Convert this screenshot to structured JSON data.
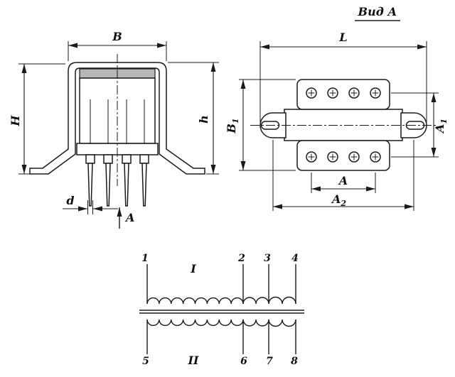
{
  "front_view": {
    "dim_width": "B",
    "dim_height_overall": "H",
    "dim_height_core": "h",
    "dim_pin_diameter": "d",
    "view_arrow": "A"
  },
  "view_a": {
    "title": "Вид А",
    "dim_length": "L",
    "dim_b1": {
      "base": "B",
      "sub": "1"
    },
    "dim_a1": {
      "base": "A",
      "sub": "1"
    },
    "dim_pin_span": "A",
    "dim_a2": {
      "base": "A",
      "sub": "2"
    }
  },
  "schematic": {
    "pins_top": [
      "1",
      "2",
      "3",
      "4"
    ],
    "pins_bottom": [
      "5",
      "6",
      "7",
      "8"
    ],
    "winding_primary": "I",
    "winding_secondary": "II"
  },
  "colors": {
    "line": "#1a1a1a",
    "core_gray": "#b7b7b7",
    "background": "#ffffff"
  }
}
